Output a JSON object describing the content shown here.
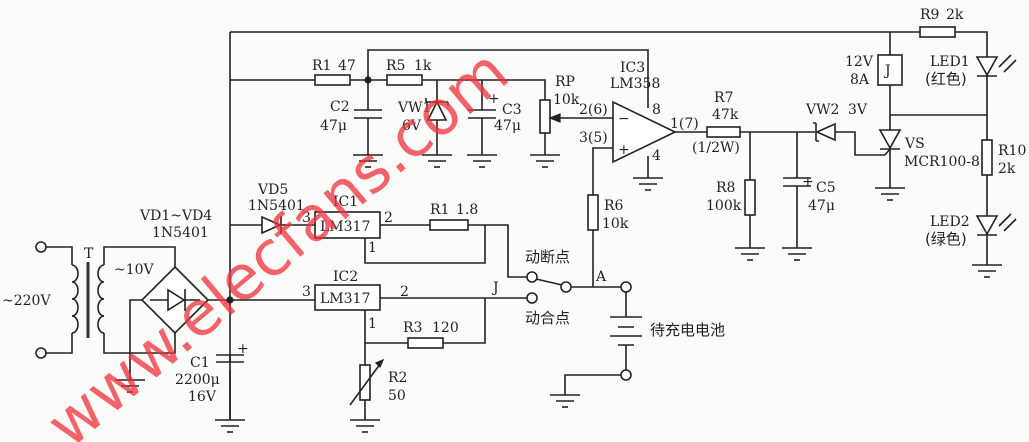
{
  "diagram": {
    "watermark": "www.elecfans.com",
    "mains": "~220V",
    "transformer": {
      "name": "T",
      "secondary": "~10V"
    },
    "bridge": {
      "name": "VD1~VD4",
      "part": "1N5401"
    },
    "c1": {
      "name": "C1",
      "value": "2200μ",
      "voltage": "16V"
    },
    "vd5": {
      "name": "VD5",
      "part": "1N5401"
    },
    "ic1": {
      "name": "IC1",
      "part": "LM317",
      "pin3": "3",
      "pin2": "2",
      "pin1": "1"
    },
    "ic2": {
      "name": "IC2",
      "part": "LM317",
      "pin3": "3",
      "pin2": "2",
      "pin1": "1"
    },
    "r1a": {
      "name": "R1",
      "value": "47"
    },
    "r1b": {
      "name": "R1",
      "value": "1.8"
    },
    "r5": {
      "name": "R5",
      "value": "1k"
    },
    "c2": {
      "name": "C2",
      "value": "47μ"
    },
    "vw1": {
      "name": "VW1",
      "value": "6V"
    },
    "c3": {
      "name": "C3",
      "value": "47μ",
      "plus": "+"
    },
    "rp": {
      "name": "RP",
      "value": "10k"
    },
    "ic3": {
      "name": "IC3",
      "part": "LM358",
      "pin_inv": "2(6)",
      "pin_noninv": "3(5)",
      "pin8": "8",
      "pin4": "4",
      "pin_out": "1(7)",
      "minus": "−",
      "plus": "+"
    },
    "r6": {
      "name": "R6",
      "value": "10k"
    },
    "r7": {
      "name": "R7",
      "value": "47k",
      "power": "(1/2W)"
    },
    "r8": {
      "name": "R8",
      "value": "100k"
    },
    "c5": {
      "name": "C5",
      "value": "47μ",
      "plus": "+"
    },
    "vw2": {
      "name": "VW2",
      "value": "3V"
    },
    "relay": {
      "name": "J",
      "voltage": "12V",
      "current": "8A"
    },
    "scr": {
      "name": "VS",
      "part": "MCR100-8"
    },
    "r9": {
      "name": "R9",
      "value": "2k"
    },
    "r10": {
      "name": "R10",
      "value": "2k"
    },
    "led1": {
      "name": "LED1",
      "color": "(红色)"
    },
    "led2": {
      "name": "LED2",
      "color": "(绿色)"
    },
    "r3": {
      "name": "R3",
      "value": "120"
    },
    "r2": {
      "name": "R2",
      "value": "50"
    },
    "switch": {
      "contact_name": "J",
      "nc_label": "动断点",
      "no_label": "动合点",
      "node": "A"
    },
    "battery": "待充电电池",
    "c1_plus": "+"
  }
}
